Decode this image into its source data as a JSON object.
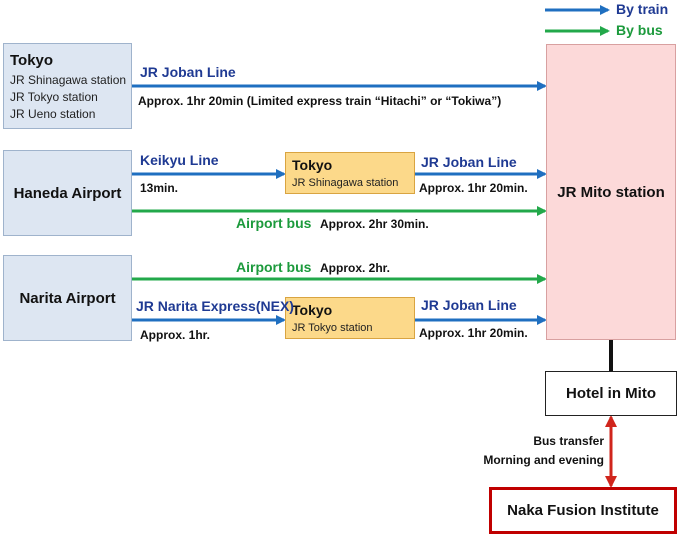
{
  "legend": {
    "train": "By train",
    "bus": "By bus"
  },
  "colors": {
    "train": "#1f6fc0",
    "bus": "#22a84a",
    "transfer": "#d0251c"
  },
  "tokyo_origin": {
    "title": "Tokyo",
    "stations": [
      "JR Shinagawa station",
      "JR Tokyo station",
      "JR Ueno station"
    ]
  },
  "haneda": {
    "title": "Haneda Airport"
  },
  "narita": {
    "title": "Narita Airport"
  },
  "tokyo_shinagawa": {
    "title": "Tokyo",
    "sub": "JR Shinagawa station"
  },
  "tokyo_station": {
    "title": "Tokyo",
    "sub": "JR Tokyo station"
  },
  "mito": {
    "title": "JR Mito station"
  },
  "hotel": {
    "title": "Hotel in Mito"
  },
  "naka": {
    "title": "Naka Fusion Institute"
  },
  "routes": {
    "tokyo_joban_line": "JR Joban Line",
    "tokyo_joban_time": "Approx. 1hr 20min  (Limited express train “Hitachi” or “Tokiwa”)",
    "keikyu_line": "Keikyu Line",
    "keikyu_time": "13min.",
    "haneda_joban_line": "JR Joban Line",
    "haneda_joban_time": "Approx. 1hr 20min.",
    "haneda_bus": "Airport bus",
    "haneda_bus_time": "Approx. 2hr 30min.",
    "narita_bus": "Airport bus",
    "narita_bus_time": "Approx. 2hr.",
    "nex_line": "JR Narita Express(NEX)",
    "nex_time": "Approx. 1hr.",
    "narita_joban_line": "JR Joban Line",
    "narita_joban_time": "Approx. 1hr 20min."
  },
  "transfer": {
    "line1": "Bus transfer",
    "line2": "Morning and evening"
  }
}
